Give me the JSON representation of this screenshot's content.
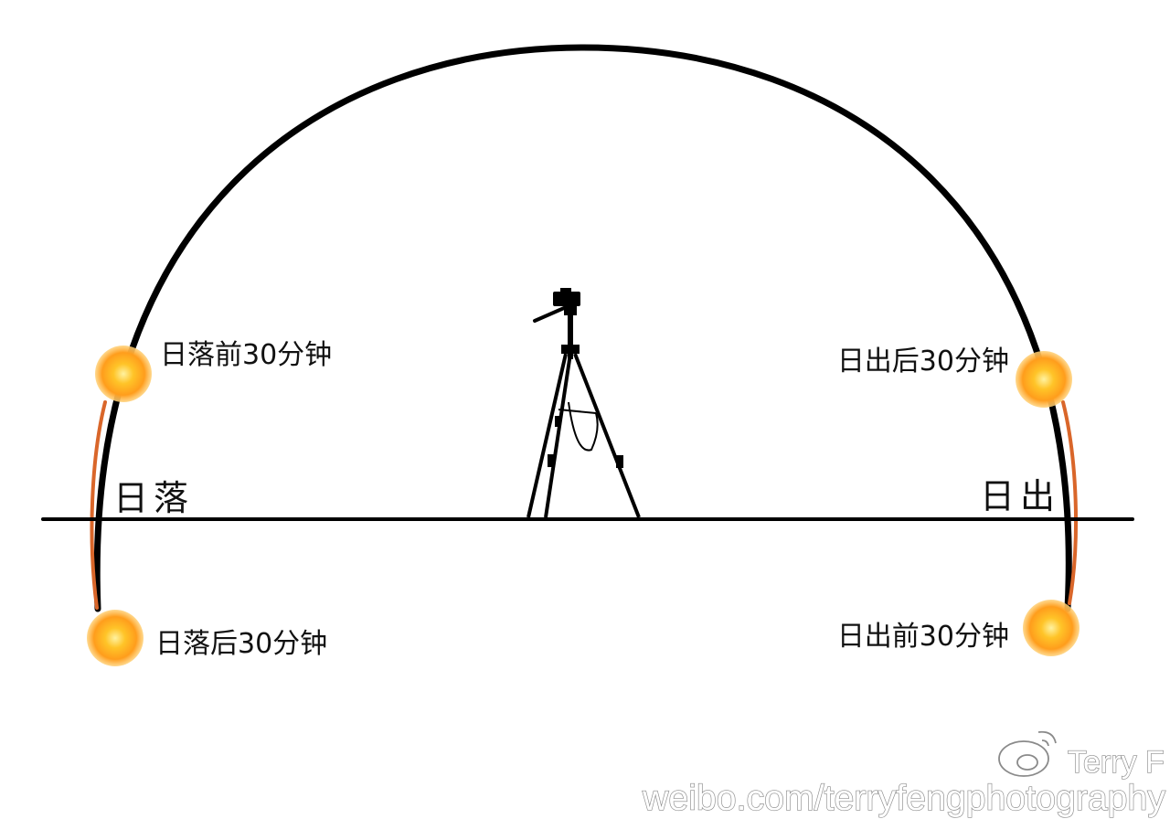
{
  "labels": {
    "sunset": "日落",
    "sunrise": "日出",
    "before_sunset_30": "日落前30分钟",
    "after_sunset_30": "日落后30分钟",
    "after_sunrise_30": "日出后30分钟",
    "before_sunrise_30": "日出前30分钟"
  },
  "watermark": {
    "name": "Terry F",
    "url": "weibo.com/terryfengphotography"
  },
  "colors": {
    "arc": "#000000",
    "horizon": "#000000",
    "golden_band": "#d9662a",
    "sun_core": "#ffc428",
    "sun_glow": "#ff9a1a",
    "tripod": "#000000"
  },
  "icons": [
    "sun-icon",
    "tripod-camera-icon",
    "weibo-logo-icon"
  ]
}
